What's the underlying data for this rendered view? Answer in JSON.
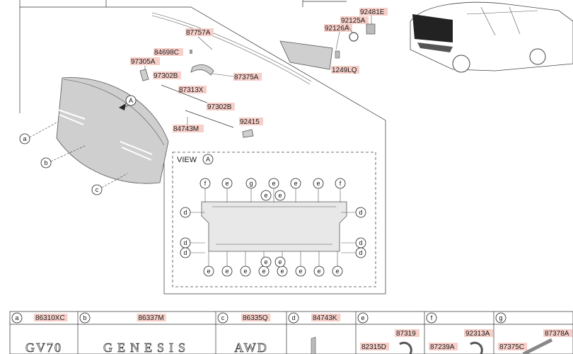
{
  "callouts": [
    {
      "id": "87757A"
    },
    {
      "id": "84698C"
    },
    {
      "id": "97305A"
    },
    {
      "id": "97302B"
    },
    {
      "id": "87375A"
    },
    {
      "id": "87313X"
    },
    {
      "id": "97302B"
    },
    {
      "id": "84743M"
    },
    {
      "id": "92415"
    },
    {
      "id": "92481E"
    },
    {
      "id": "92125A"
    },
    {
      "id": "92126A"
    },
    {
      "id": "1249LQ"
    }
  ],
  "letters": {
    "a": "a",
    "b": "b",
    "c": "c",
    "d": "d",
    "e": "e",
    "f": "f",
    "g": "g",
    "view": "A"
  },
  "view_label": "VIEW",
  "view_circle": "A",
  "marker_A": "A",
  "view_top_markers": [
    "f",
    "e",
    "g",
    "e",
    "e",
    "e",
    "f"
  ],
  "view_bottom_markers": [
    "e",
    "e",
    "e",
    "e",
    "e",
    "e",
    "e",
    "e"
  ],
  "view_center_markers": [
    "e",
    "e"
  ],
  "view_left_markers": [
    "d",
    "d",
    "d"
  ],
  "view_right_markers": [
    "d",
    "d",
    "d"
  ],
  "table": [
    {
      "letter": "a",
      "part": "86310XC",
      "emblem": "GV70"
    },
    {
      "letter": "b",
      "part": "86337M",
      "emblem": "GENESIS"
    },
    {
      "letter": "c",
      "part": "86335Q",
      "emblem": "AWD"
    },
    {
      "letter": "d",
      "part": "84743K",
      "emblem": ""
    },
    {
      "letter": "e",
      "part": "",
      "emblem": "",
      "sub": [
        "87319",
        "82315D"
      ]
    },
    {
      "letter": "f",
      "part": "",
      "emblem": "",
      "sub": [
        "92313A",
        "87239A"
      ]
    },
    {
      "letter": "g",
      "part": "",
      "emblem": "",
      "sub": [
        "87378A",
        "87375C"
      ]
    }
  ]
}
